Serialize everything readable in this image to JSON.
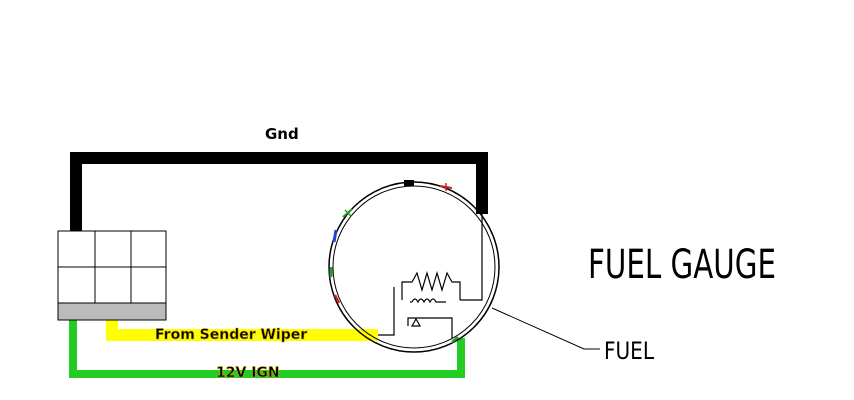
{
  "labels": {
    "gnd": "Gnd",
    "sender_wiper": "From Sender Wiper",
    "ign": "12V IGN",
    "fuel_gauge": "FUEL GAUGE",
    "fuel": "FUEL"
  },
  "colors": {
    "gnd_wire": "#000000",
    "sender_wire": "#ffff00",
    "ign_wire": "#22cc22",
    "connector_fill": "#ffffff",
    "connector_bottom": "#bbbbbb",
    "text": "#000000",
    "mark_green": "#2a9a2a",
    "mark_blue": "#2244cc",
    "mark_red": "#cc2222"
  }
}
